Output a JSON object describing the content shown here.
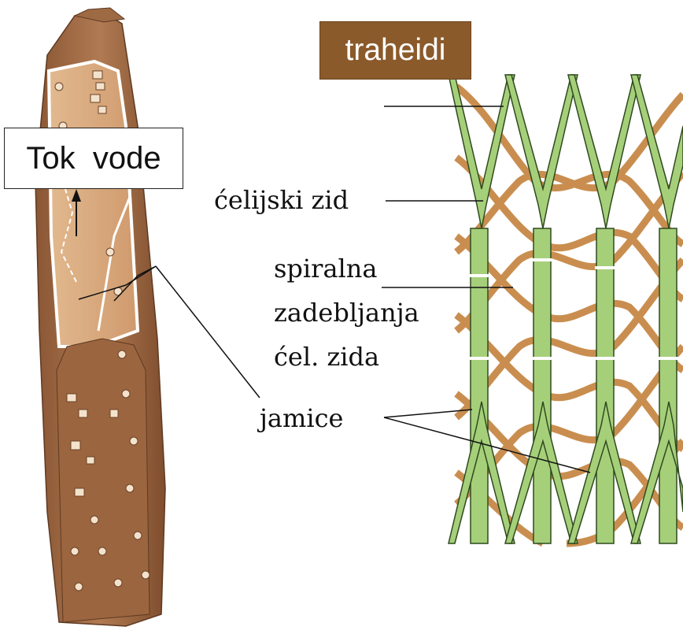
{
  "title": "traheidi",
  "flow_label": "Tok  vode",
  "labels": {
    "cell_wall": "ćelijski zid",
    "spiral_line1": "spiralna",
    "spiral_line2": "zadebljanja",
    "spiral_line3": "ćel. zida",
    "pits": "jamice"
  },
  "colors": {
    "title_box": "#8b5a2b",
    "wood": "#a9714a",
    "xylem_green": "#a6cf7a",
    "spiral_brown": "#c98e4f"
  }
}
